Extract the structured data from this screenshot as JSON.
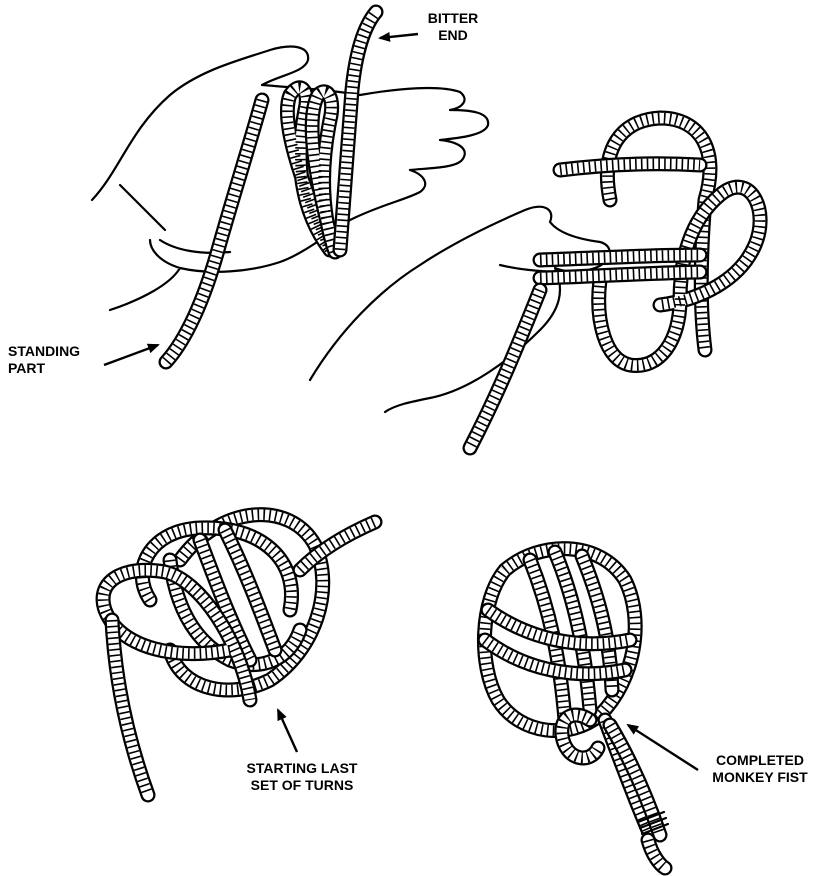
{
  "labels": {
    "bitter_end": [
      "BITTER",
      "END"
    ],
    "standing_part": [
      "STANDING",
      "PART"
    ],
    "starting_last_set": [
      "STARTING LAST",
      "SET OF TURNS"
    ],
    "completed": [
      "COMPLETED",
      "MONKEY FIST"
    ]
  }
}
